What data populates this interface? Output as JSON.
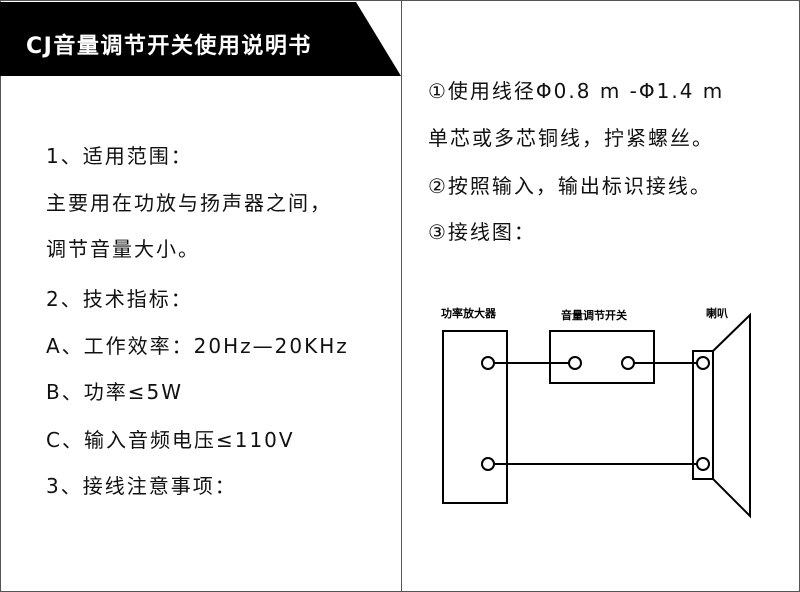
{
  "title": "CJ音量调节开关使用说明书",
  "left": {
    "lines": [
      "1、适用范围：",
      "主要用在功放与扬声器之间，",
      "调节音量大小。",
      "2、技术指标：",
      "A、工作效率：20Hz—20KHz",
      "B、功率≤5W",
      "C、输入音频电压≤110V",
      "3、接线注意事项："
    ]
  },
  "right": {
    "lines": [
      "①使用线径Φ0.8 m -Φ1.4 m",
      "单芯或多芯铜线，拧紧螺丝。",
      "②按照输入，输出标识接线。",
      "③接线图："
    ]
  },
  "diagram": {
    "amplifier_label": "功率放大器",
    "switch_label": "音量调节开关",
    "speaker_label": "喇叭"
  }
}
